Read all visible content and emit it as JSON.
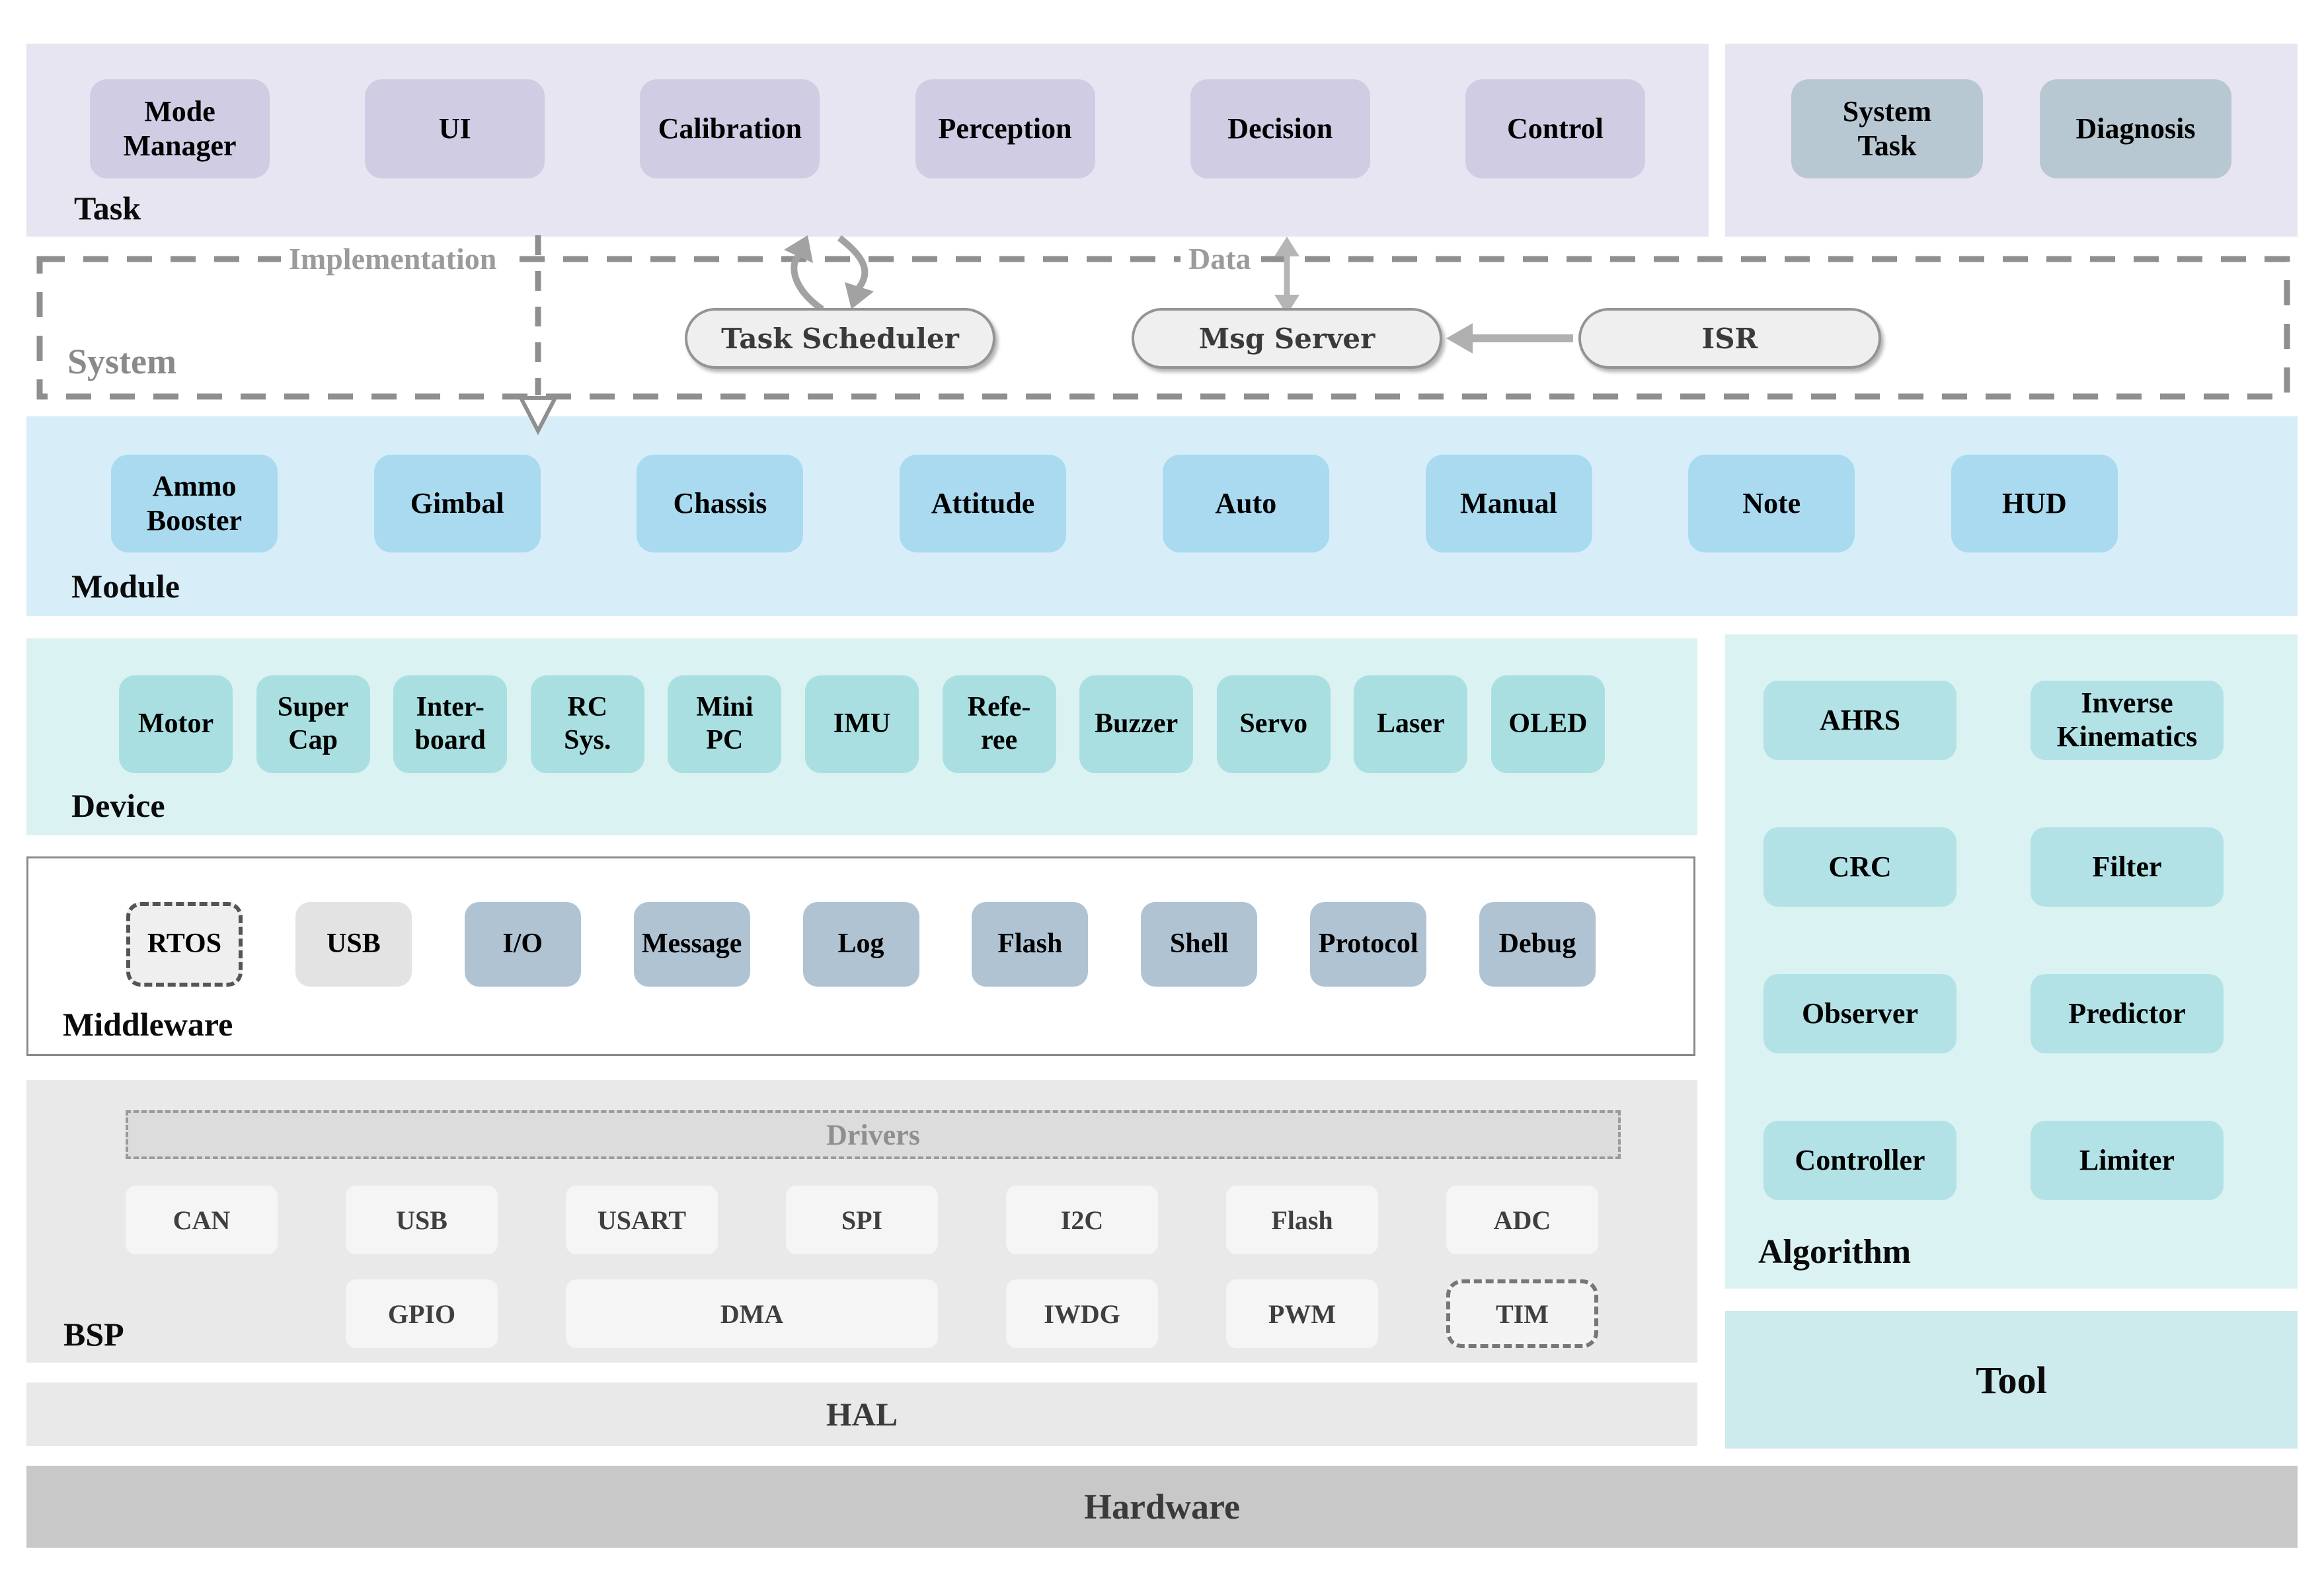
{
  "colors": {
    "task_panel": "#e7e5f1",
    "task_box": "#cfcce3",
    "system_task_box": "#b8c8d2",
    "module_panel": "#d7eef8",
    "module_box": "#aadaf0",
    "device_panel": "#dbf2f2",
    "device_box": "#a9dfe0",
    "middleware_blue_box": "#b0c3d3",
    "middleware_gray_box": "#e3e3e3",
    "bsp_panel": "#e9e9e9",
    "bsp_box": "#f5f5f5",
    "drivers_box": "#dcdcdc",
    "hal_bar": "#e9e9e9",
    "hardware_bar": "#c8c8c8",
    "algorithm_panel": "#dbf2f3",
    "algorithm_box": "#b2e2e6",
    "tool_panel": "#cdeaec",
    "dash_gray": "#8f8f8f"
  },
  "task_layer": {
    "title": "Task",
    "items": [
      "Mode\nManager",
      "UI",
      "Calibration",
      "Perception",
      "Decision",
      "Control"
    ]
  },
  "task_side_panel": {
    "items": [
      "System\nTask",
      "Diagnosis"
    ]
  },
  "system_layer": {
    "title": "System",
    "implementation_label": "Implementation",
    "data_label": "Data",
    "task_scheduler": "Task Scheduler",
    "msg_server": "Msg Server",
    "isr": "ISR"
  },
  "module_layer": {
    "title": "Module",
    "items": [
      "Ammo\nBooster",
      "Gimbal",
      "Chassis",
      "Attitude",
      "Auto",
      "Manual",
      "Note",
      "HUD"
    ]
  },
  "device_layer": {
    "title": "Device",
    "items": [
      "Motor",
      "Super\nCap",
      "Inter-\nboard",
      "RC\nSys.",
      "Mini\nPC",
      "IMU",
      "Refe-\nree",
      "Buzzer",
      "Servo",
      "Laser",
      "OLED"
    ]
  },
  "middleware_layer": {
    "title": "Middleware",
    "items": [
      "RTOS",
      "USB",
      "I/O",
      "Message",
      "Log",
      "Flash",
      "Shell",
      "Protocol",
      "Debug"
    ]
  },
  "bsp_layer": {
    "title": "BSP",
    "drivers_label": "Drivers",
    "row1": [
      "CAN",
      "USB",
      "USART",
      "SPI",
      "I2C",
      "Flash",
      "ADC"
    ],
    "row2": [
      "GPIO",
      "DMA",
      "IWDG",
      "PWM",
      "TIM"
    ]
  },
  "hal_layer": {
    "label": "HAL"
  },
  "hardware_layer": {
    "label": "Hardware"
  },
  "algorithm_panel": {
    "title": "Algorithm",
    "items": [
      "AHRS",
      "Inverse\nKinematics",
      "CRC",
      "Filter",
      "Observer",
      "Predictor",
      "Controller",
      "Limiter"
    ]
  },
  "tool_panel": {
    "label": "Tool"
  }
}
